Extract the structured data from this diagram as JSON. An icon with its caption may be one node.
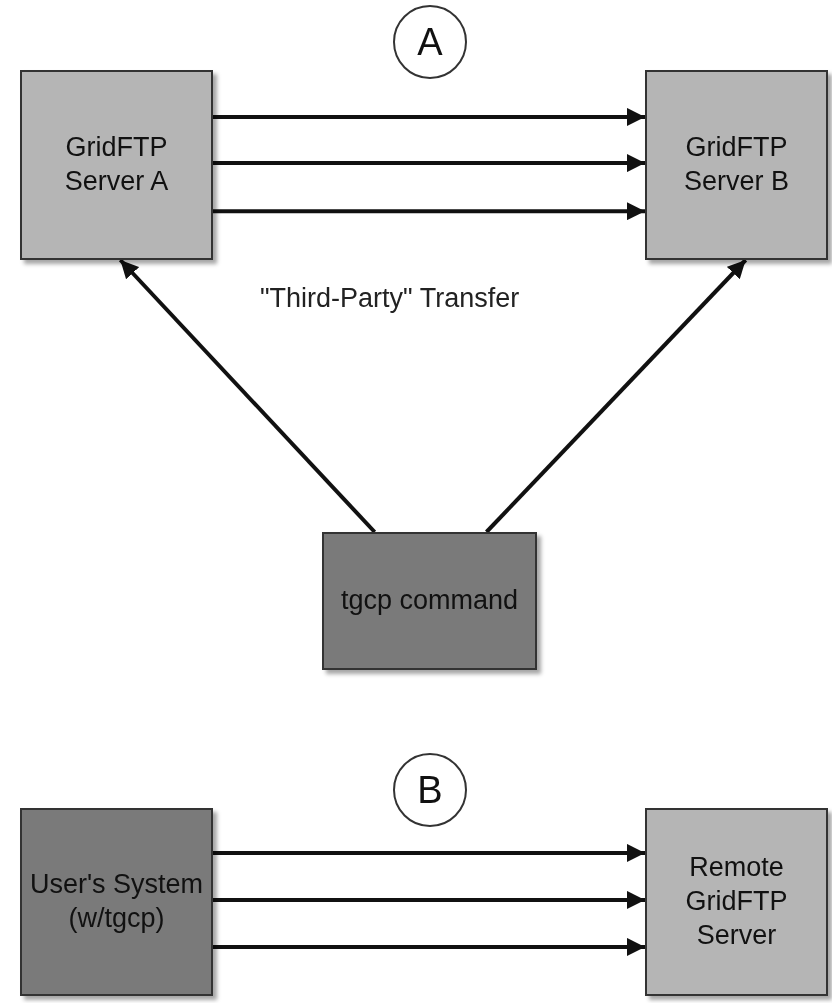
{
  "diagram": {
    "nodes": [
      {
        "text": [
          "A"
        ]
      },
      {
        "text": [
          "GridFTP Server A"
        ]
      },
      {
        "text": [
          "GridFTP Server B"
        ]
      },
      {
        "text": [
          "tgcp command"
        ]
      },
      {
        "text": [
          "B"
        ]
      },
      {
        "text": [
          "User's System (w/tgcp)"
        ]
      },
      {
        "text": [
          "Remote GridFTP Server"
        ]
      }
    ],
    "edges": [
      {
        "from": 1,
        "to": 2,
        "arrow": "to"
      },
      {
        "from": 1,
        "to": 2,
        "arrow": "to"
      },
      {
        "from": 1,
        "to": 2,
        "arrow": "to"
      },
      {
        "from": 3,
        "to": 1,
        "arrow": "to"
      },
      {
        "from": 3,
        "to": 2,
        "arrow": "to"
      },
      {
        "from": 5,
        "to": 6,
        "arrow": "to"
      },
      {
        "from": 5,
        "to": 6,
        "arrow": "to"
      },
      {
        "from": 5,
        "to": 6,
        "arrow": "to"
      }
    ],
    "labels": [
      "\"Third-Party\" Transfer"
    ]
  }
}
